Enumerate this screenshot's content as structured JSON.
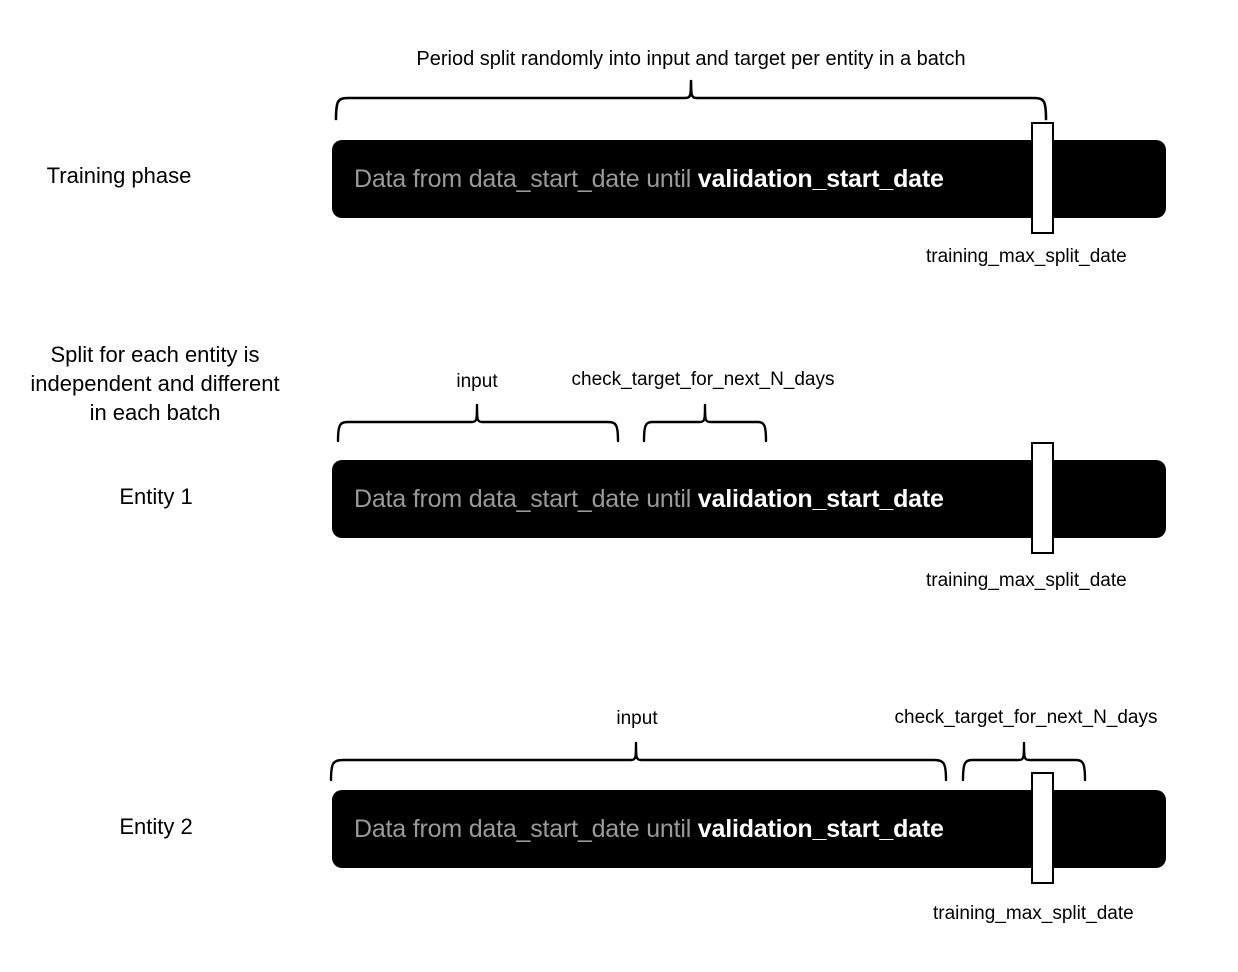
{
  "diagram": {
    "title_note": "Period split randomly into input and target per entity in a batch",
    "side_note": "Split for each entity is independent and different in each batch",
    "bar_text_prefix": "Data from data_start_date until ",
    "bar_text_emphasis": "validation_start_date",
    "marker_caption": "training_max_split_date",
    "label_input": "input",
    "label_target": "check_target_for_next_N_days",
    "colors": {
      "bar_fill": "#000000",
      "bar_text_dim": "#9a9a9a",
      "bar_text_bright": "#ffffff",
      "marker_fill": "#ffffff",
      "stroke": "#000000",
      "background": "#ffffff"
    },
    "rows": [
      {
        "label": "Training phase",
        "bar_text_prefix": "Data from data_start_date until ",
        "bar_text_emphasis": "validation_start_date",
        "marker_caption": "training_max_split_date"
      },
      {
        "label": "Entity 1",
        "bar_text_prefix": "Data from data_start_date until ",
        "bar_text_emphasis": "validation_start_date",
        "marker_caption": "training_max_split_date",
        "brace_input_label": "input",
        "brace_target_label": "check_target_for_next_N_days"
      },
      {
        "label": "Entity 2",
        "bar_text_prefix": "Data from data_start_date until ",
        "bar_text_emphasis": "validation_start_date",
        "marker_caption": "training_max_split_date",
        "brace_input_label": "input",
        "brace_target_label": "check_target_for_next_N_days"
      }
    ],
    "side_note_lines": [
      "Split for each entity is",
      "independent and different",
      "in each batch"
    ]
  }
}
